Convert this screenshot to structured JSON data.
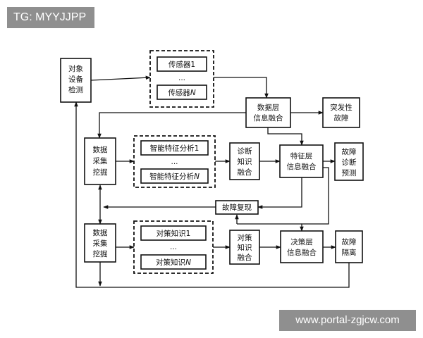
{
  "overlay": {
    "tag": "TG: MYYJJPP",
    "watermark": "www.portal-zgjcw.com"
  },
  "nodes": {
    "object_device": [
      "对象",
      "设备",
      "检测"
    ],
    "sensor_1": "传感器1",
    "sensor_ellipsis": "...",
    "sensor_n_prefix": "传感器",
    "sensor_n_suffix": "N",
    "data_fusion": [
      "数据层",
      "信息融合"
    ],
    "sudden_fault": [
      "突发性",
      "故障"
    ],
    "collect_mining_1": [
      "数据",
      "采集",
      "挖掘"
    ],
    "feature_analysis_1": "智能特征分析1",
    "feature_ellipsis": "...",
    "feature_analysis_n_prefix": "智能特征分析",
    "feature_analysis_n_suffix": "N",
    "diagnosis_fusion": [
      "诊断",
      "知识",
      "融合"
    ],
    "feature_fusion": [
      "特征层",
      "信息融合"
    ],
    "fault_prediction": [
      "故障",
      "诊断",
      "预测"
    ],
    "fault_recovery": "故障复现",
    "collect_mining_2": [
      "数据",
      "采集",
      "挖掘"
    ],
    "strategy_knowledge_1": "对策知识1",
    "strategy_ellipsis": "...",
    "strategy_knowledge_n_prefix": "对策知识",
    "strategy_knowledge_n_suffix": "N",
    "strategy_fusion": [
      "对策",
      "知识",
      "融合"
    ],
    "decision_fusion": [
      "决策层",
      "信息融合"
    ],
    "fault_isolation": [
      "故障",
      "隔离"
    ]
  }
}
